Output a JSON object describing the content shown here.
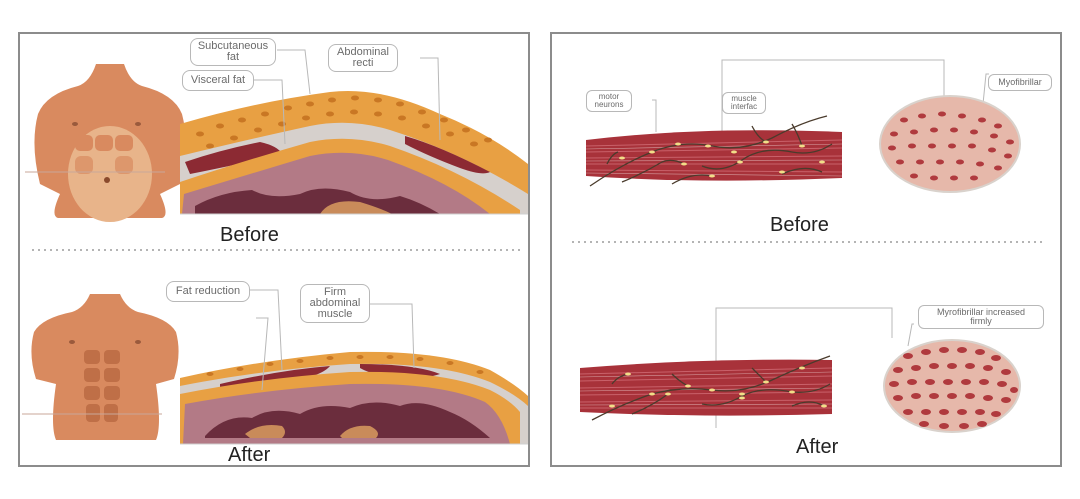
{
  "left_panel": {
    "before": {
      "caption": "Before",
      "labels": {
        "subcutaneous_fat": [
          "Subcutaneous",
          "fat"
        ],
        "visceral_fat": "Visceral fat",
        "abdominal_recti": [
          "Abdominal",
          "recti"
        ]
      }
    },
    "after": {
      "caption": "After",
      "labels": {
        "fat_reduction": "Fat reduction",
        "firm_abdominal_muscle": [
          "Firm",
          "abdominal",
          "muscle"
        ]
      }
    }
  },
  "right_panel": {
    "before": {
      "caption": "Before",
      "labels": {
        "motor_neurons": [
          "motor",
          "neurons"
        ],
        "muscle_interface": [
          "muscle",
          "interfac"
        ],
        "myofibrillar": "Myofibrillar"
      }
    },
    "after": {
      "caption": "After",
      "labels": {
        "myofibrillar_increased": [
          "Myrofibrillar increased",
          "firmly"
        ]
      }
    }
  },
  "colors": {
    "skin": "#d98a5f",
    "skin_light": "#e8b48a",
    "fat": "#e8a043",
    "fat_dot": "#c97724",
    "muscle": "#8c2a33",
    "organ": "#b37a86",
    "organ_dark": "#5e2030",
    "fiber_red": "#a8323a",
    "fiber_light": "#c9616a",
    "nerve": "#4a3b2c",
    "cell_bg": "#e6b8aa",
    "cell_dot": "#b03a3e",
    "frame": "#8c8c8c"
  }
}
